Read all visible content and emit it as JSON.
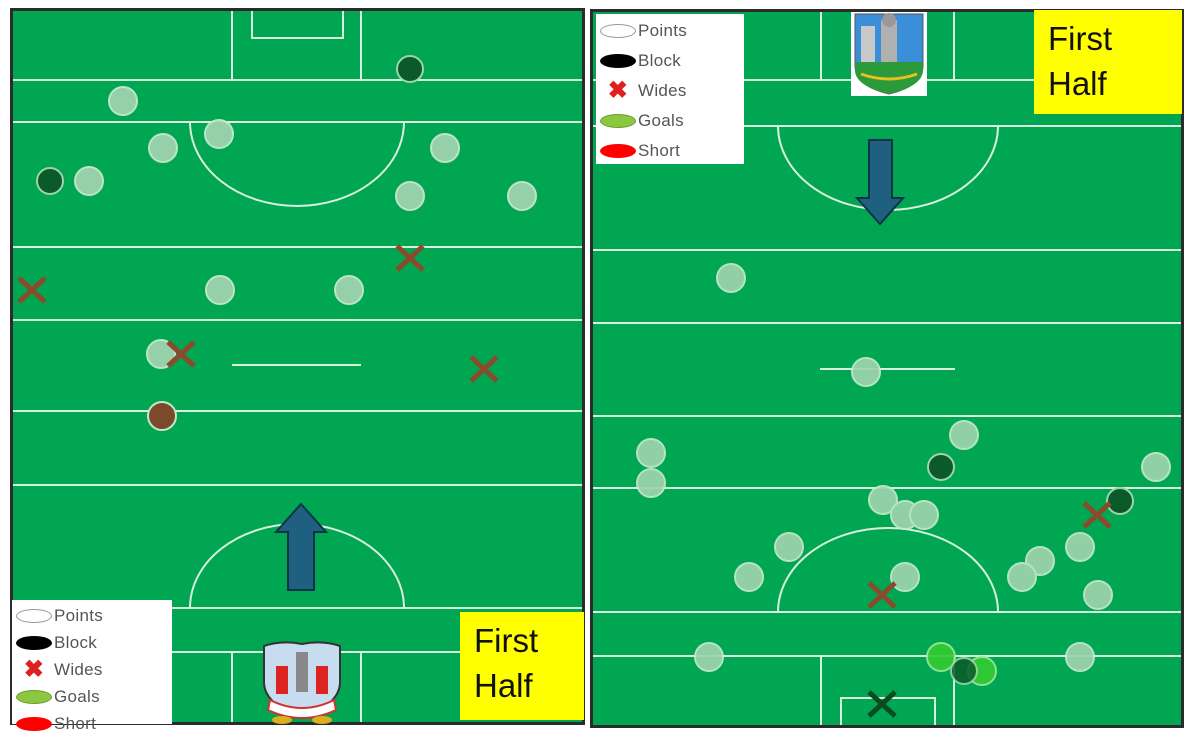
{
  "left_panel": {
    "team_crest": "cork-crest",
    "attack_direction": "up",
    "half_label_line1": "First",
    "half_label_line2": "Half",
    "legend": [
      {
        "key": "points",
        "label": "Points"
      },
      {
        "key": "block",
        "label": "Block"
      },
      {
        "key": "wides",
        "label": "Wides"
      },
      {
        "key": "goals",
        "label": "Goals"
      },
      {
        "key": "short",
        "label": "Short"
      }
    ]
  },
  "right_panel": {
    "team_crest": "limerick-crest",
    "attack_direction": "down",
    "half_label_line1": "First",
    "half_label_line2": "Half",
    "legend": [
      {
        "key": "points",
        "label": "Points"
      },
      {
        "key": "block",
        "label": "Block"
      },
      {
        "key": "wides",
        "label": "Wides"
      },
      {
        "key": "goals",
        "label": "Goals"
      },
      {
        "key": "short",
        "label": "Short"
      }
    ]
  },
  "colors": {
    "pitch": "#00a651",
    "line": "#d8f0dc",
    "point": "#9ed3ad",
    "block": "#0b5a2a",
    "wide": "#8b4a2b",
    "goal": "#33cc33",
    "short": "#7a4a2a",
    "arrow": "#1f5f7f",
    "label_bg": "#ffff00"
  },
  "shots": {
    "left": {
      "points": [
        [
          123,
          101
        ],
        [
          163,
          148
        ],
        [
          219,
          134
        ],
        [
          445,
          148
        ],
        [
          89,
          181
        ],
        [
          410,
          196
        ],
        [
          522,
          196
        ],
        [
          220,
          290
        ],
        [
          349,
          290
        ],
        [
          161,
          354
        ]
      ],
      "blocks": [
        [
          410,
          69
        ],
        [
          50,
          181
        ]
      ],
      "wides": [
        [
          410,
          258
        ],
        [
          32,
          290
        ],
        [
          181,
          354
        ],
        [
          484,
          369
        ]
      ],
      "short": [
        [
          162,
          416
        ]
      ]
    },
    "right": {
      "points": [
        [
          731,
          278
        ],
        [
          866,
          372
        ],
        [
          964,
          435
        ],
        [
          651,
          453
        ],
        [
          651,
          483
        ],
        [
          1156,
          467
        ],
        [
          883,
          500
        ],
        [
          905,
          515
        ],
        [
          924,
          515
        ],
        [
          789,
          547
        ],
        [
          1080,
          547
        ],
        [
          1040,
          561
        ],
        [
          749,
          577
        ],
        [
          905,
          577
        ],
        [
          1022,
          577
        ],
        [
          1098,
          595
        ],
        [
          709,
          657
        ],
        [
          1080,
          657
        ]
      ],
      "blocks": [
        [
          941,
          467
        ],
        [
          1120,
          501
        ],
        [
          964,
          671
        ]
      ],
      "wides": [
        [
          1097,
          515
        ],
        [
          882,
          595
        ]
      ],
      "goals": [
        [
          941,
          657
        ],
        [
          982,
          671
        ]
      ],
      "block_wide": [
        [
          882,
          704
        ]
      ]
    }
  }
}
